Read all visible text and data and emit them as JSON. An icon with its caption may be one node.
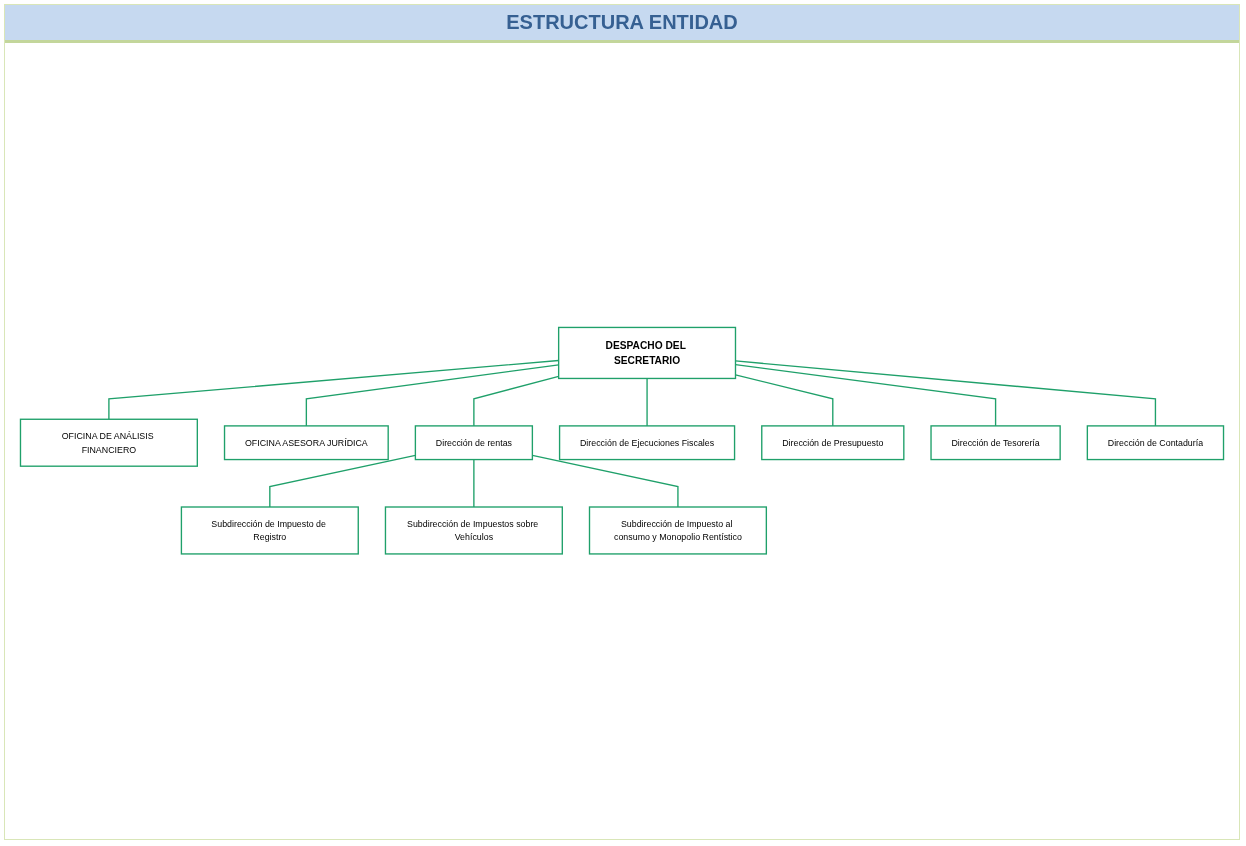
{
  "diagram": {
    "title": "ESTRUCTURA ENTIDAD",
    "nodes": [
      {
        "text": [
          "DESPACHO DEL SECRETARIO"
        ]
      },
      {
        "text": [
          "OFICINA DE ANÁLISIS FINANCIERO"
        ]
      },
      {
        "text": [
          "OFICINA ASESORA JURÍDICA"
        ]
      },
      {
        "text": [
          "Dirección de rentas"
        ]
      },
      {
        "text": [
          "Dirección de Ejecuciones Fiscales"
        ]
      },
      {
        "text": [
          "Dirección de Presupuesto"
        ]
      },
      {
        "text": [
          "Dirección de Tesorería"
        ]
      },
      {
        "text": [
          "Dirección de Contaduría"
        ]
      },
      {
        "text": [
          "Subdirección de Impuesto de Registro"
        ]
      },
      {
        "text": [
          "Subdirección de Impuestos sobre Vehículos"
        ]
      },
      {
        "text": [
          "Subdirección de Impuesto al consumo y Monopolio Rentístico"
        ]
      }
    ],
    "edges": [
      {
        "from": 0,
        "to": 1,
        "arrow": "none"
      },
      {
        "from": 0,
        "to": 2,
        "arrow": "none"
      },
      {
        "from": 0,
        "to": 3,
        "arrow": "none"
      },
      {
        "from": 0,
        "to": 4,
        "arrow": "none"
      },
      {
        "from": 0,
        "to": 5,
        "arrow": "none"
      },
      {
        "from": 0,
        "to": 6,
        "arrow": "none"
      },
      {
        "from": 0,
        "to": 7,
        "arrow": "none"
      },
      {
        "from": 3,
        "to": 8,
        "arrow": "none"
      },
      {
        "from": 3,
        "to": 9,
        "arrow": "none"
      },
      {
        "from": 3,
        "to": 10,
        "arrow": "none"
      }
    ]
  }
}
